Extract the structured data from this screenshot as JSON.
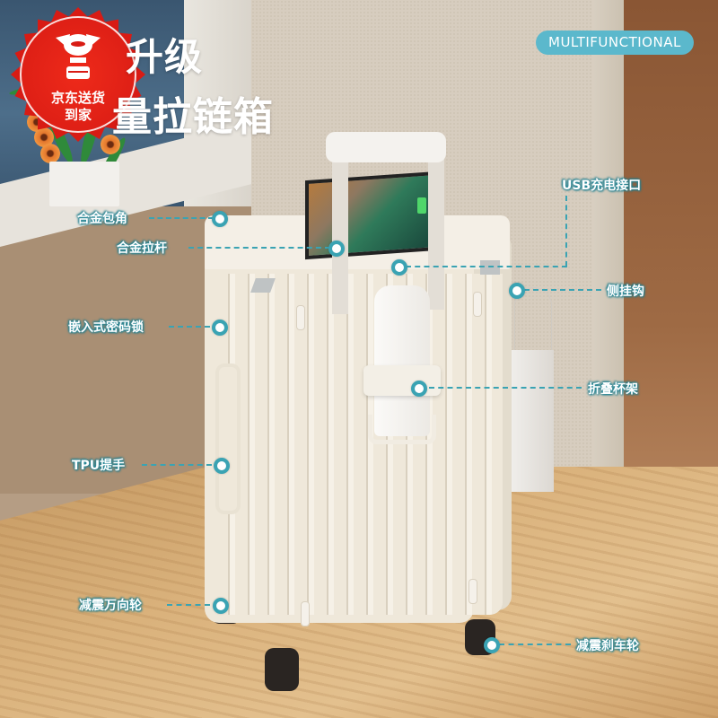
{
  "badge": {
    "line1": "京东送货",
    "line2": "到家",
    "color": "#d81b14"
  },
  "headline": {
    "line1": "升级",
    "line2": "量拉链箱"
  },
  "tag": {
    "label": "MULTIFUNCTIONAL",
    "color": "#5bb8cc"
  },
  "callouts": [
    {
      "label": "合金包角"
    },
    {
      "label": "合金拉杆"
    },
    {
      "label": "USB充电接口"
    },
    {
      "label": "侧挂钩"
    },
    {
      "label": "嵌入式密码锁"
    },
    {
      "label": "折叠杯架"
    },
    {
      "label": "TPU提手"
    },
    {
      "label": "减震万向轮"
    },
    {
      "label": "减震刹车轮"
    }
  ],
  "callout_color": "#3aa3b3"
}
